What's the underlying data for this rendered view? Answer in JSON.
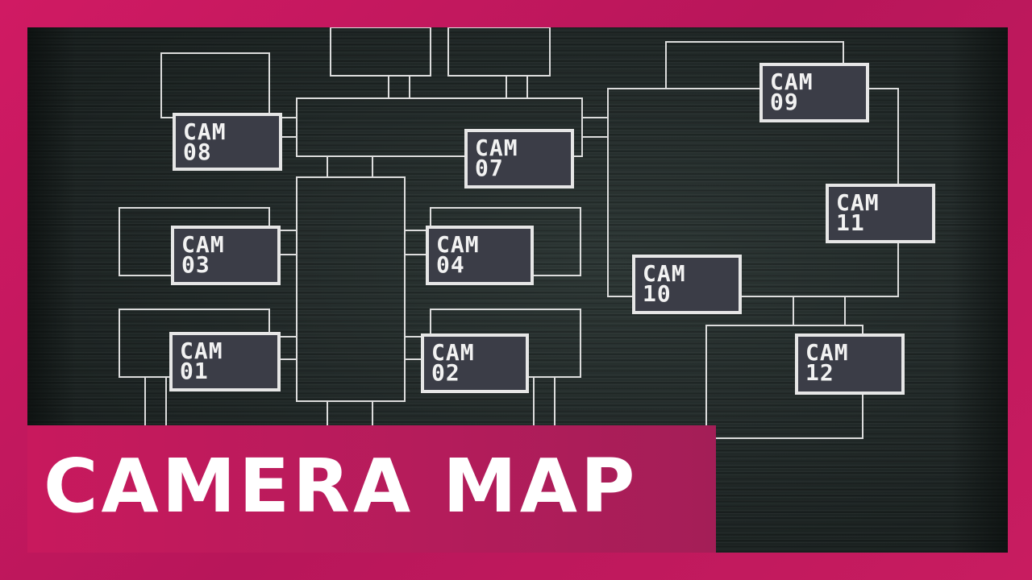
{
  "title": "CAMERA MAP",
  "colors": {
    "border": "#c2175b",
    "banner": "#b41c5b",
    "camera_button_fill": "#3b3d47",
    "camera_button_border": "#e6e6e6",
    "map_lines": "#dcdcdc"
  },
  "cameras": [
    {
      "id": "cam-08",
      "line1": "CAM",
      "line2": "08"
    },
    {
      "id": "cam-07",
      "line1": "CAM",
      "line2": "07"
    },
    {
      "id": "cam-09",
      "line1": "CAM",
      "line2": "09"
    },
    {
      "id": "cam-11",
      "line1": "CAM",
      "line2": "11"
    },
    {
      "id": "cam-03",
      "line1": "CAM",
      "line2": "03"
    },
    {
      "id": "cam-04",
      "line1": "CAM",
      "line2": "04"
    },
    {
      "id": "cam-10",
      "line1": "CAM",
      "line2": "10"
    },
    {
      "id": "cam-01",
      "line1": "CAM",
      "line2": "01"
    },
    {
      "id": "cam-02",
      "line1": "CAM",
      "line2": "02"
    },
    {
      "id": "cam-12",
      "line1": "CAM",
      "line2": "12"
    }
  ]
}
